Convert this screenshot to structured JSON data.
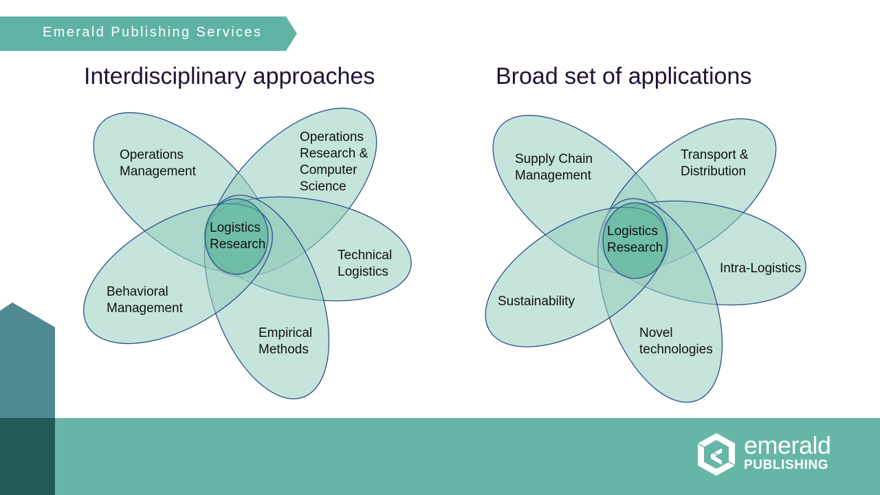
{
  "banner": {
    "text": "Emerald Publishing Services",
    "color": "#5fb3a4"
  },
  "left_diagram": {
    "title": "Interdisciplinary approaches",
    "center_label": [
      "Logistics",
      "Research"
    ],
    "petals": [
      {
        "id": "operations-management",
        "lines": [
          "Operations",
          "Management"
        ]
      },
      {
        "id": "operations-research",
        "lines": [
          "Operations",
          "Research &",
          "Computer",
          "Science"
        ]
      },
      {
        "id": "technical-logistics",
        "lines": [
          "Technical",
          "Logistics"
        ]
      },
      {
        "id": "empirical-methods",
        "lines": [
          "Empirical",
          "Methods"
        ]
      },
      {
        "id": "behavioral-management",
        "lines": [
          "Behavioral",
          "Management"
        ]
      }
    ]
  },
  "right_diagram": {
    "title": "Broad set of applications",
    "center_label": [
      "Logistics",
      "Research"
    ],
    "petals": [
      {
        "id": "supply-chain-management",
        "lines": [
          "Supply Chain",
          "Management"
        ]
      },
      {
        "id": "transport-distribution",
        "lines": [
          "Transport &",
          "Distribution"
        ]
      },
      {
        "id": "intra-logistics",
        "lines": [
          "Intra-Logistics"
        ]
      },
      {
        "id": "novel-technologies",
        "lines": [
          "Novel",
          "technologies"
        ]
      },
      {
        "id": "sustainability",
        "lines": [
          "Sustainability"
        ]
      }
    ]
  },
  "footer": {
    "logo_word": "emerald",
    "logo_sub": "PUBLISHING",
    "logo_icon": "emerald-hexagon-icon",
    "color": "#66b6a7",
    "dark_color": "#215b58"
  },
  "colors": {
    "petal_fill": "#96cdbe",
    "petal_stroke": "#2e4d8c",
    "title_text": "#1f1234"
  }
}
